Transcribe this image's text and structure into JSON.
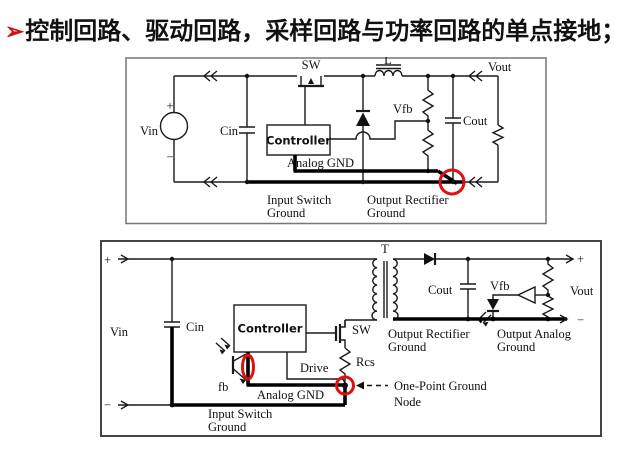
{
  "title": {
    "bullet": "➢",
    "text": "控制回路、驱动回路，采样回路与功率回路的单点接地；"
  },
  "colors": {
    "highlight_red": "#dd1111",
    "line": "#1a1a1a"
  },
  "top_diagram": {
    "labels": {
      "sw": "SW",
      "inductor": "L",
      "vout": "Vout",
      "vin": "Vin",
      "plus": "+",
      "minus": "−",
      "cin": "Cin",
      "controller": "Controller",
      "vfb": "Vfb",
      "cout": "Cout",
      "analog_gnd": "Analog  GND",
      "input_switch_ground_line1": "Input Switch",
      "input_switch_ground_line2": "Ground",
      "output_rectifier_ground_line1": "Output Rectifier",
      "output_rectifier_ground_line2": "Ground"
    }
  },
  "bottom_diagram": {
    "labels": {
      "transformer": "T",
      "plus_in": "+",
      "minus_in": "−",
      "vin": "Vin",
      "cin": "Cin",
      "controller": "Controller",
      "fb": "fb",
      "sw": "SW",
      "drive": "Drive",
      "rcs": "Rcs",
      "analog_gnd": "Analog GND",
      "input_switch_ground_line1": "Input Switch",
      "input_switch_ground_line2": "Ground",
      "cout": "Cout",
      "vfb": "Vfb",
      "vout": "Vout",
      "plus_out": "+",
      "minus_out": "−",
      "output_rectifier_ground_line1": "Output Rectifier",
      "output_rectifier_ground_line2": "Ground",
      "output_analog_ground_line1": "Output Analog",
      "output_analog_ground_line2": "Ground",
      "one_point_line1": "One-Point Ground",
      "one_point_line2": "Node"
    }
  }
}
